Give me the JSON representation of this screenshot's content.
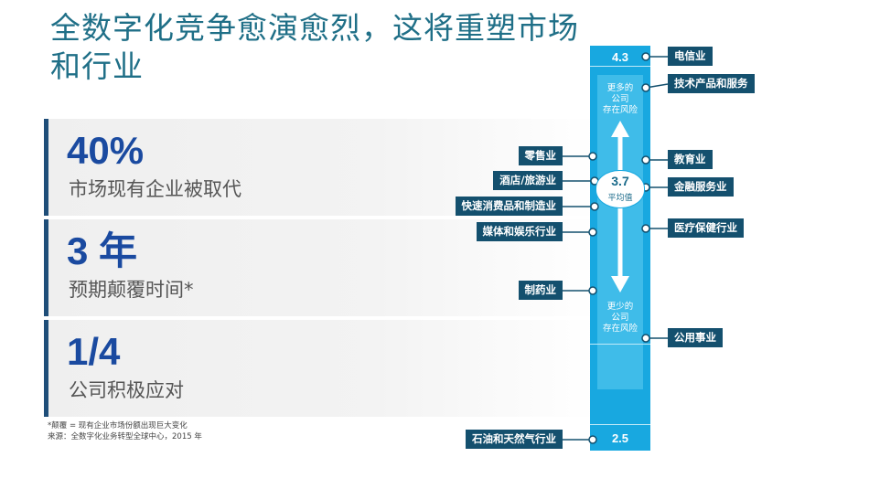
{
  "title": "全数字化竞争愈演愈烈，这将重塑市场和行业",
  "stats": [
    {
      "big": "40%",
      "sub": "市场现有企业被取代"
    },
    {
      "big": "3 年",
      "sub": "预期颠覆时间*"
    },
    {
      "big": "1/4",
      "sub": "公司积极应对"
    }
  ],
  "footnotes": {
    "note": "*颠覆 = 现有企业市场份额出现巨大变化",
    "source": "来源：全数字化业务转型全球中心，2015 年"
  },
  "scale": {
    "top_value": "4.3",
    "bottom_value": "2.5",
    "average_value": "3.7",
    "average_label": "平均值",
    "more_risk": [
      "更多的",
      "公司",
      "存在风险"
    ],
    "less_risk": [
      "更少的",
      "公司",
      "存在风险"
    ]
  },
  "industries_left": [
    {
      "label": "零售业"
    },
    {
      "label": "酒店/旅游业"
    },
    {
      "label": "快速消费品和制造业"
    },
    {
      "label": "媒体和娱乐行业"
    },
    {
      "label": "制药业"
    },
    {
      "label": "石油和天然气行业"
    }
  ],
  "industries_right": [
    {
      "label": "电信业"
    },
    {
      "label": "技术产品和服务"
    },
    {
      "label": "教育业"
    },
    {
      "label": "金融服务业"
    },
    {
      "label": "医疗保健行业"
    },
    {
      "label": "公用事业"
    }
  ],
  "colors": {
    "bar": "#18a8e0",
    "label_bg": "#14506e",
    "title": "#1f6f87",
    "big_number": "#1a4aa0",
    "accent_border": "#1f4e79"
  }
}
